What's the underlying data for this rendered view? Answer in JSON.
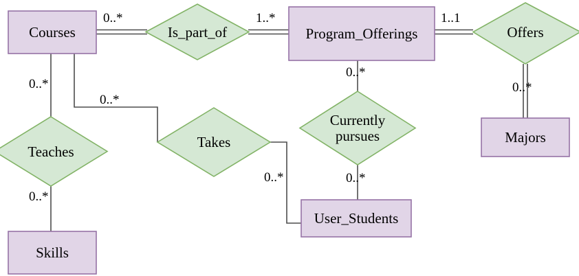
{
  "diagram": {
    "type": "er-diagram",
    "notation": "chen-uml-multiplicity",
    "colors": {
      "entity_fill": "#e1d5e7",
      "entity_stroke": "#9673a6",
      "relationship_fill": "#d5e8d4",
      "relationship_stroke": "#82b366",
      "connector": "#4d4d4d",
      "text": "#000000",
      "background": "#ffffff"
    },
    "entities": [
      {
        "id": "courses",
        "label": "Courses"
      },
      {
        "id": "program_offerings",
        "label": "Program_Offerings"
      },
      {
        "id": "majors",
        "label": "Majors"
      },
      {
        "id": "user_students",
        "label": "User_Students"
      },
      {
        "id": "skills",
        "label": "Skills"
      }
    ],
    "relationships": [
      {
        "id": "is_part_of",
        "label": "Is_part_of"
      },
      {
        "id": "offers",
        "label": "Offers"
      },
      {
        "id": "currently_pursues",
        "label_line1": "Currently",
        "label_line2": "pursues"
      },
      {
        "id": "takes",
        "label": "Takes"
      },
      {
        "id": "teaches",
        "label": "Teaches"
      }
    ],
    "connections": [
      {
        "from": "courses",
        "to": "is_part_of",
        "cardinality": "0..*",
        "style": "double"
      },
      {
        "from": "is_part_of",
        "to": "program_offerings",
        "cardinality": "1..*",
        "style": "double"
      },
      {
        "from": "program_offerings",
        "to": "offers",
        "cardinality": "1..1",
        "style": "double"
      },
      {
        "from": "offers",
        "to": "majors",
        "cardinality": "0..*",
        "style": "double"
      },
      {
        "from": "program_offerings",
        "to": "currently_pursues",
        "cardinality": "0..*",
        "style": "single"
      },
      {
        "from": "currently_pursues",
        "to": "user_students",
        "cardinality": "0..*",
        "style": "single"
      },
      {
        "from": "courses",
        "to": "takes",
        "cardinality": "0..*",
        "style": "single"
      },
      {
        "from": "takes",
        "to": "user_students",
        "cardinality": "0..*",
        "style": "single"
      },
      {
        "from": "courses",
        "to": "teaches",
        "cardinality": "0..*",
        "style": "single"
      },
      {
        "from": "teaches",
        "to": "skills",
        "cardinality": "0..*",
        "style": "single"
      }
    ],
    "cardinality_labels": {
      "courses_is_part_of": "0..*",
      "is_part_of_program_offerings": "1..*",
      "program_offerings_offers": "1..1",
      "offers_majors": "0..*",
      "program_offerings_currently_pursues": "0..*",
      "currently_pursues_user_students": "0..*",
      "courses_teaches": "0..*",
      "courses_takes": "0..*",
      "takes_user_students": "0..*",
      "teaches_skills": "0..*"
    }
  }
}
